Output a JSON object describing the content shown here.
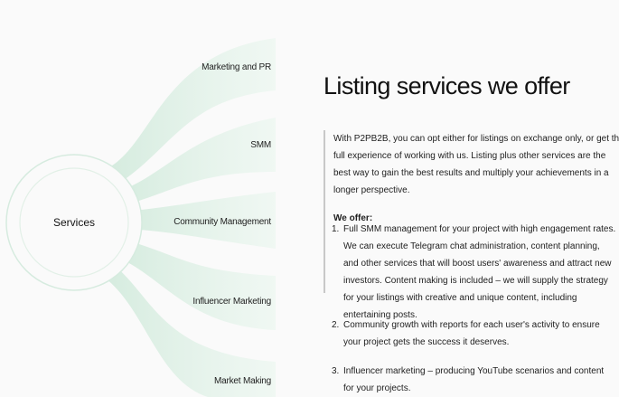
{
  "diagram": {
    "center_label": "Services",
    "branches": [
      {
        "label": "Marketing and PR"
      },
      {
        "label": "SMM"
      },
      {
        "label": "Community Management"
      },
      {
        "label": "Influencer Marketing"
      },
      {
        "label": "Market Making"
      }
    ]
  },
  "content": {
    "title": "Listing services we offer",
    "intro": "With P2PB2B, you can opt either for listings on exchange only, or get the full experience of working with us. Listing plus other services are the best way to gain the best results and multiply your achievements in a longer perspective.",
    "offer_heading": "We offer:",
    "offers": [
      {
        "num": "1.",
        "text": "Full SMM management for your project with high engagement rates. We can execute Telegram chat administration, content planning, and other services that will boost users' awareness and attract new investors. Content making is included – we will supply the strategy for your listings with creative and unique content, including entertaining posts."
      },
      {
        "num": "2.",
        "text": "Community growth with reports for each user's activity to ensure your project gets the success it deserves."
      },
      {
        "num": "3.",
        "text": "Influencer marketing – producing YouTube scenarios and content for your projects."
      }
    ]
  },
  "colors": {
    "branch_fill": "#e3f3ea",
    "branch_fill_dark": "#cfe9da",
    "circle_stroke": "#d6ebdf",
    "quote_bar": "#c8c8c8"
  }
}
